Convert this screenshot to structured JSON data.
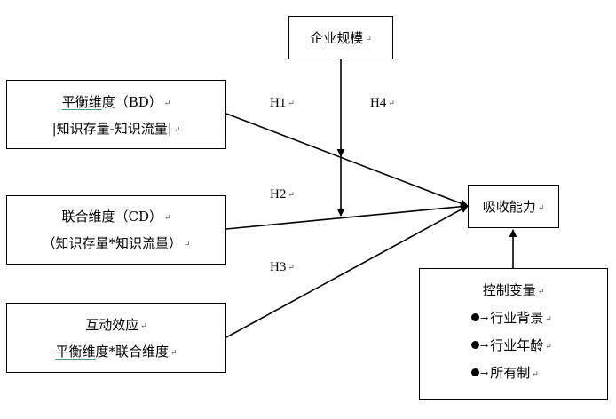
{
  "nodes": {
    "firm_size": {
      "label": "企业规模"
    },
    "bd": {
      "title_underlined": "平衡维",
      "title_rest": "度（BD）",
      "formula": "|知识存量-知识流量|"
    },
    "cd": {
      "title": "联合维度（CD）",
      "formula": "（知识存量*知识流量）"
    },
    "interaction": {
      "title": "互动效应",
      "formula_underlined": "平衡维",
      "formula_rest": "度*联合维度"
    },
    "absorptive": {
      "label": "吸收能力"
    },
    "controls": {
      "title": "控制变量",
      "items": [
        "行业背景",
        "行业年龄",
        "所有制"
      ]
    }
  },
  "hypotheses": {
    "h1": "H1",
    "h2": "H2",
    "h3": "H3",
    "h4": "H4"
  },
  "glyphs": {
    "return_mark": "↵",
    "bullet_arrow": "→"
  },
  "colors": {
    "stroke": "#000000",
    "underline": "#4a9a9a",
    "return_mark": "#555555"
  }
}
